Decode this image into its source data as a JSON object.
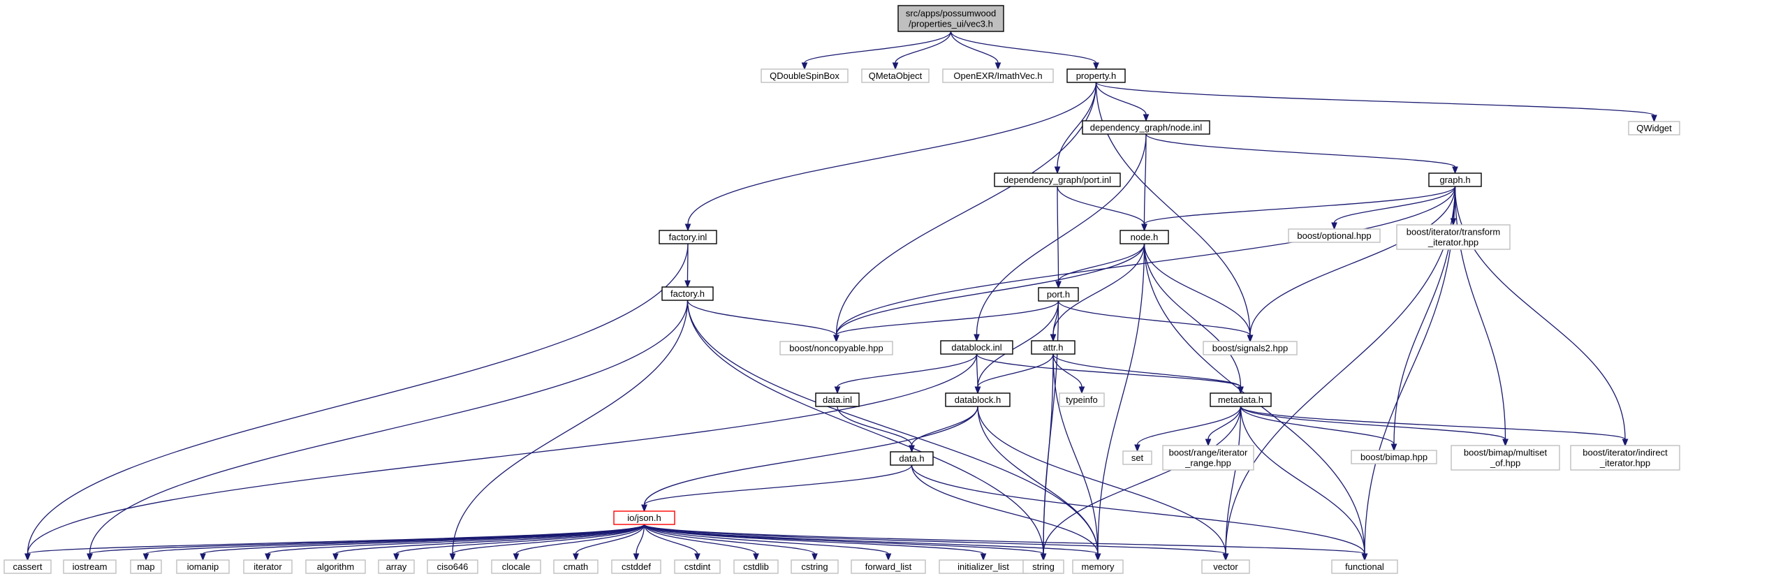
{
  "colors": {
    "edge": "#191970",
    "main_fill": "#bfbfbf",
    "internal_border": "#000000",
    "external_border": "#bfbfbf",
    "missing_border": "#ff0000"
  },
  "nodes": [
    {
      "id": "vec3",
      "lines": [
        "src/apps/possumwood",
        "/properties_ui/vec3.h"
      ],
      "kind": "main"
    },
    {
      "id": "qdoublespinbox",
      "lines": [
        "QDoubleSpinBox"
      ],
      "kind": "external"
    },
    {
      "id": "qmetaobject",
      "lines": [
        "QMetaObject"
      ],
      "kind": "external"
    },
    {
      "id": "openexr",
      "lines": [
        "OpenEXR/ImathVec.h"
      ],
      "kind": "external"
    },
    {
      "id": "property",
      "lines": [
        "property.h"
      ],
      "kind": "internal"
    },
    {
      "id": "qwidget",
      "lines": [
        "QWidget"
      ],
      "kind": "external"
    },
    {
      "id": "nodeinl",
      "lines": [
        "dependency_graph/node.inl"
      ],
      "kind": "internal"
    },
    {
      "id": "portinl",
      "lines": [
        "dependency_graph/port.inl"
      ],
      "kind": "internal"
    },
    {
      "id": "graph",
      "lines": [
        "graph.h"
      ],
      "kind": "internal"
    },
    {
      "id": "optional",
      "lines": [
        "boost/optional.hpp"
      ],
      "kind": "external"
    },
    {
      "id": "transformit",
      "lines": [
        "boost/iterator/transform",
        "_iterator.hpp"
      ],
      "kind": "external"
    },
    {
      "id": "factoryinl",
      "lines": [
        "factory.inl"
      ],
      "kind": "internal"
    },
    {
      "id": "nodeh",
      "lines": [
        "node.h"
      ],
      "kind": "internal"
    },
    {
      "id": "factoryh",
      "lines": [
        "factory.h"
      ],
      "kind": "internal"
    },
    {
      "id": "porth",
      "lines": [
        "port.h"
      ],
      "kind": "internal"
    },
    {
      "id": "noncopyable",
      "lines": [
        "boost/noncopyable.hpp"
      ],
      "kind": "external"
    },
    {
      "id": "signals2",
      "lines": [
        "boost/signals2.hpp"
      ],
      "kind": "external"
    },
    {
      "id": "datablockinl",
      "lines": [
        "datablock.inl"
      ],
      "kind": "internal"
    },
    {
      "id": "attrh",
      "lines": [
        "attr.h"
      ],
      "kind": "internal"
    },
    {
      "id": "typeinfo",
      "lines": [
        "typeinfo"
      ],
      "kind": "external"
    },
    {
      "id": "datainl",
      "lines": [
        "data.inl"
      ],
      "kind": "internal"
    },
    {
      "id": "datablockh",
      "lines": [
        "datablock.h"
      ],
      "kind": "internal"
    },
    {
      "id": "metadatah",
      "lines": [
        "metadata.h"
      ],
      "kind": "internal"
    },
    {
      "id": "set",
      "lines": [
        "set"
      ],
      "kind": "external"
    },
    {
      "id": "rangeit",
      "lines": [
        "boost/range/iterator",
        "_range.hpp"
      ],
      "kind": "external"
    },
    {
      "id": "bimap",
      "lines": [
        "boost/bimap.hpp"
      ],
      "kind": "external"
    },
    {
      "id": "multiset",
      "lines": [
        "boost/bimap/multiset",
        "_of.hpp"
      ],
      "kind": "external"
    },
    {
      "id": "indirectit",
      "lines": [
        "boost/iterator/indirect",
        "_iterator.hpp"
      ],
      "kind": "external"
    },
    {
      "id": "datah",
      "lines": [
        "data.h"
      ],
      "kind": "internal"
    },
    {
      "id": "jsonh",
      "lines": [
        "io/json.h"
      ],
      "kind": "missing"
    },
    {
      "id": "cassert",
      "lines": [
        "cassert"
      ],
      "kind": "external"
    },
    {
      "id": "iostream",
      "lines": [
        "iostream"
      ],
      "kind": "external"
    },
    {
      "id": "map",
      "lines": [
        "map"
      ],
      "kind": "external"
    },
    {
      "id": "iomanip",
      "lines": [
        "iomanip"
      ],
      "kind": "external"
    },
    {
      "id": "iterator",
      "lines": [
        "iterator"
      ],
      "kind": "external"
    },
    {
      "id": "algorithm",
      "lines": [
        "algorithm"
      ],
      "kind": "external"
    },
    {
      "id": "array",
      "lines": [
        "array"
      ],
      "kind": "external"
    },
    {
      "id": "ciso646",
      "lines": [
        "ciso646"
      ],
      "kind": "external"
    },
    {
      "id": "clocale",
      "lines": [
        "clocale"
      ],
      "kind": "external"
    },
    {
      "id": "cmath",
      "lines": [
        "cmath"
      ],
      "kind": "external"
    },
    {
      "id": "cstddef",
      "lines": [
        "cstddef"
      ],
      "kind": "external"
    },
    {
      "id": "cstdint",
      "lines": [
        "cstdint"
      ],
      "kind": "external"
    },
    {
      "id": "cstdlib",
      "lines": [
        "cstdlib"
      ],
      "kind": "external"
    },
    {
      "id": "cstring",
      "lines": [
        "cstring"
      ],
      "kind": "external"
    },
    {
      "id": "forward_list",
      "lines": [
        "forward_list"
      ],
      "kind": "external"
    },
    {
      "id": "initializer_list",
      "lines": [
        "initializer_list"
      ],
      "kind": "external"
    },
    {
      "id": "string",
      "lines": [
        "string"
      ],
      "kind": "external"
    },
    {
      "id": "memory",
      "lines": [
        "memory"
      ],
      "kind": "external"
    },
    {
      "id": "vector",
      "lines": [
        "vector"
      ],
      "kind": "external"
    },
    {
      "id": "functional",
      "lines": [
        "functional"
      ],
      "kind": "external"
    }
  ],
  "edges": [
    [
      "vec3",
      "qdoublespinbox"
    ],
    [
      "vec3",
      "qmetaobject"
    ],
    [
      "vec3",
      "openexr"
    ],
    [
      "vec3",
      "property"
    ],
    [
      "property",
      "factoryinl"
    ],
    [
      "property",
      "noncopyable"
    ],
    [
      "property",
      "portinl"
    ],
    [
      "property",
      "nodeinl"
    ],
    [
      "property",
      "signals2"
    ],
    [
      "property",
      "qwidget"
    ],
    [
      "nodeinl",
      "graph"
    ],
    [
      "nodeinl",
      "nodeh"
    ],
    [
      "nodeinl",
      "datablockinl"
    ],
    [
      "portinl",
      "nodeh"
    ],
    [
      "portinl",
      "porth"
    ],
    [
      "graph",
      "noncopyable"
    ],
    [
      "graph",
      "nodeh"
    ],
    [
      "graph",
      "optional"
    ],
    [
      "graph",
      "transformit"
    ],
    [
      "graph",
      "signals2"
    ],
    [
      "graph",
      "bimap"
    ],
    [
      "graph",
      "multiset"
    ],
    [
      "graph",
      "indirectit"
    ],
    [
      "graph",
      "vector"
    ],
    [
      "graph",
      "functional"
    ],
    [
      "factoryinl",
      "factoryh"
    ],
    [
      "factoryinl",
      "cassert"
    ],
    [
      "factoryh",
      "noncopyable"
    ],
    [
      "factoryh",
      "iostream"
    ],
    [
      "factoryh",
      "ciso646"
    ],
    [
      "factoryh",
      "string"
    ],
    [
      "factoryh",
      "memory"
    ],
    [
      "nodeh",
      "noncopyable"
    ],
    [
      "nodeh",
      "porth"
    ],
    [
      "nodeh",
      "attrh"
    ],
    [
      "nodeh",
      "signals2"
    ],
    [
      "nodeh",
      "metadatah"
    ],
    [
      "nodeh",
      "memory"
    ],
    [
      "nodeh",
      "functional"
    ],
    [
      "porth",
      "noncopyable"
    ],
    [
      "porth",
      "signals2"
    ],
    [
      "porth",
      "attrh"
    ],
    [
      "porth",
      "datablockh"
    ],
    [
      "porth",
      "string"
    ],
    [
      "attrh",
      "typeinfo"
    ],
    [
      "attrh",
      "datablockh"
    ],
    [
      "attrh",
      "metadatah"
    ],
    [
      "attrh",
      "memory"
    ],
    [
      "attrh",
      "string"
    ],
    [
      "datablockinl",
      "datainl"
    ],
    [
      "datablockinl",
      "datablockh"
    ],
    [
      "datablockinl",
      "metadatah"
    ],
    [
      "datablockinl",
      "cassert"
    ],
    [
      "datainl",
      "datah"
    ],
    [
      "datablockh",
      "datah"
    ],
    [
      "datablockh",
      "jsonh"
    ],
    [
      "datablockh",
      "vector"
    ],
    [
      "datablockh",
      "memory"
    ],
    [
      "metadatah",
      "set"
    ],
    [
      "metadatah",
      "rangeit"
    ],
    [
      "metadatah",
      "bimap"
    ],
    [
      "metadatah",
      "multiset"
    ],
    [
      "metadatah",
      "indirectit"
    ],
    [
      "metadatah",
      "string"
    ],
    [
      "metadatah",
      "vector"
    ],
    [
      "metadatah",
      "functional"
    ],
    [
      "datah",
      "jsonh"
    ],
    [
      "datah",
      "memory"
    ],
    [
      "datah",
      "functional"
    ],
    [
      "jsonh",
      "cassert"
    ],
    [
      "jsonh",
      "iostream"
    ],
    [
      "jsonh",
      "map"
    ],
    [
      "jsonh",
      "iomanip"
    ],
    [
      "jsonh",
      "iterator"
    ],
    [
      "jsonh",
      "algorithm"
    ],
    [
      "jsonh",
      "array"
    ],
    [
      "jsonh",
      "ciso646"
    ],
    [
      "jsonh",
      "clocale"
    ],
    [
      "jsonh",
      "cmath"
    ],
    [
      "jsonh",
      "cstddef"
    ],
    [
      "jsonh",
      "cstdint"
    ],
    [
      "jsonh",
      "cstdlib"
    ],
    [
      "jsonh",
      "cstring"
    ],
    [
      "jsonh",
      "forward_list"
    ],
    [
      "jsonh",
      "initializer_list"
    ],
    [
      "jsonh",
      "string"
    ],
    [
      "jsonh",
      "memory"
    ],
    [
      "jsonh",
      "vector"
    ],
    [
      "jsonh",
      "functional"
    ]
  ]
}
